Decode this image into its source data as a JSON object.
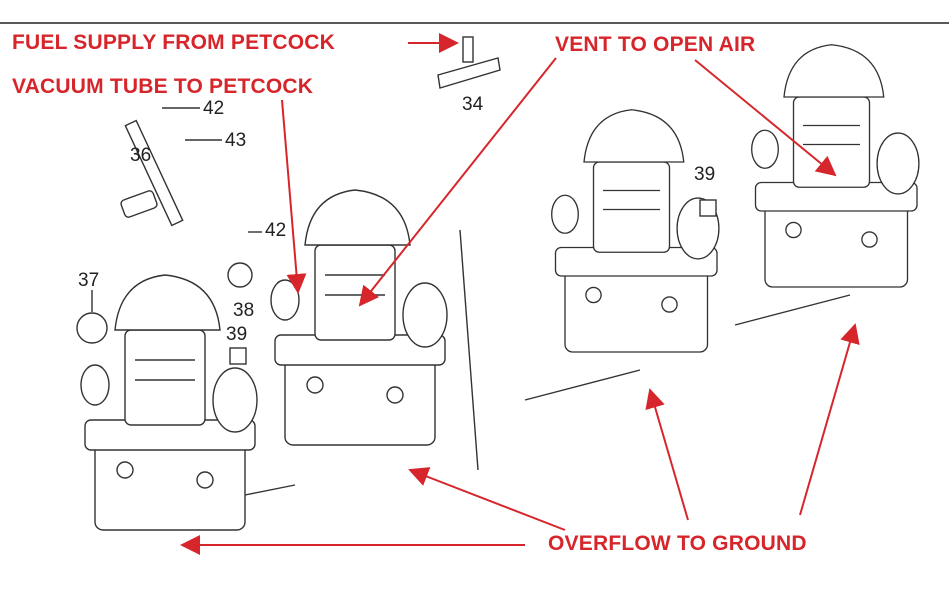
{
  "annotations": {
    "fuel_supply": "FUEL SUPPLY FROM PETCOCK",
    "vacuum_tube": "VACUUM TUBE TO PETCOCK",
    "vent": "VENT TO OPEN AIR",
    "overflow": "OVERFLOW TO GROUND"
  },
  "part_numbers": [
    "42",
    "43",
    "36",
    "42",
    "37",
    "38",
    "39",
    "39",
    "34"
  ],
  "colors": {
    "annotation": "#d7262b",
    "drawing": "#333333"
  }
}
